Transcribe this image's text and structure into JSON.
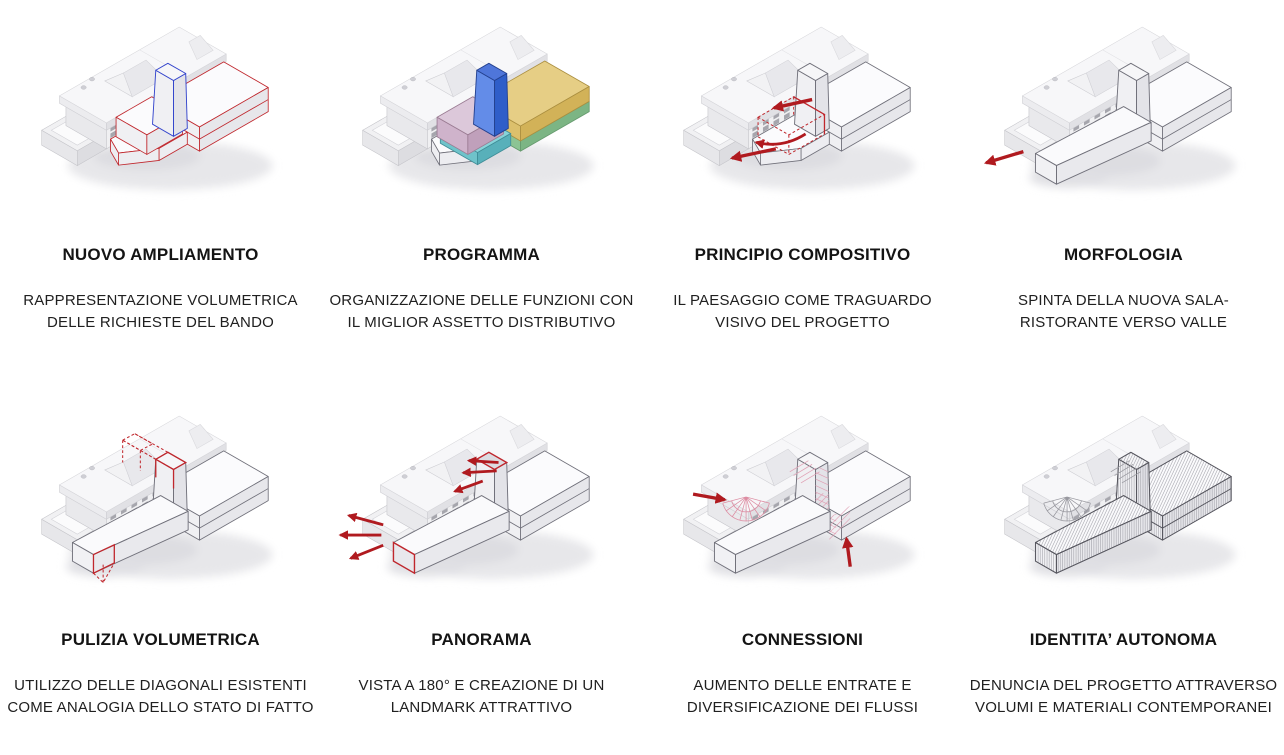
{
  "page": {
    "title": "Concept diagrams — project strategy board",
    "background": "#ffffff"
  },
  "colors": {
    "annotation_red": "#c0272d",
    "arrow_red": "#b01a1f",
    "annotation_blue": "#3344cc",
    "hatch_pink": "#e0a0b4",
    "program_pink": "#c0a0bb",
    "program_teal": "#58b0ba",
    "program_blue": "#2f5ec9",
    "program_yellow": "#d2b258",
    "program_green": "#7cb584"
  },
  "panels": [
    {
      "id": "nuovo-ampliamento",
      "title": "NUOVO AMPLIAMENTO",
      "desc1": "RAPPRESENTAZIONE VOLUMETRICA",
      "desc2": "DELLE RICHIESTE DEL BANDO",
      "diagram": "red-wireframe-volumes-and-blue-tower"
    },
    {
      "id": "programma",
      "title": "PROGRAMMA",
      "desc1": "ORGANIZZAZIONE DELLE FUNZIONI CON",
      "desc2": "IL MIGLIOR ASSETTO DISTRIBUTIVO",
      "diagram": "colored-program-volumes"
    },
    {
      "id": "principio-compositivo",
      "title": "PRINCIPIO COMPOSITIVO",
      "desc1": "IL PAESAGGIO COME TRAGUARDO",
      "desc2": "VISIVO DEL PROGETTO",
      "diagram": "white-volumes-red-view-arrows"
    },
    {
      "id": "morfologia",
      "title": "MORFOLOGIA",
      "desc1": "SPINTA DELLA  NUOVA SALA-",
      "desc2": "RISTORANTE VERSO VALLE",
      "diagram": "bar-volume-red-arrow-to-valley"
    },
    {
      "id": "pulizia-volumetrica",
      "title": "PULIZIA VOLUMETRICA",
      "desc1": "UTILIZZO DELLE DIAGONALI ESISTENTI",
      "desc2": "COME ANALOGIA DELLO STATO DI FATTO",
      "diagram": "red-dashed-diagonals"
    },
    {
      "id": "panorama",
      "title": "PANORAMA",
      "desc1": "VISTA A 180° E CREAZIONE DI UN",
      "desc2": "LANDMARK ATTRATTIVO",
      "diagram": "red-panorama-arrows"
    },
    {
      "id": "connessioni",
      "title": "CONNESSIONI",
      "desc1": "AUMENTO DELLE ENTRATE E",
      "desc2": "DIVERSIFICAZIONE DEI FLUSSI",
      "diagram": "pink-hatched-connections-red-arrows"
    },
    {
      "id": "identita-autonoma",
      "title": "IDENTITA’ AUTONOMA",
      "desc1": "DENUNCIA DEL PROGETTO ATTRAVERSO",
      "desc2": "VOLUMI E MATERIALI CONTEMPORANEI",
      "diagram": "hatched-contemporary-volumes"
    }
  ]
}
